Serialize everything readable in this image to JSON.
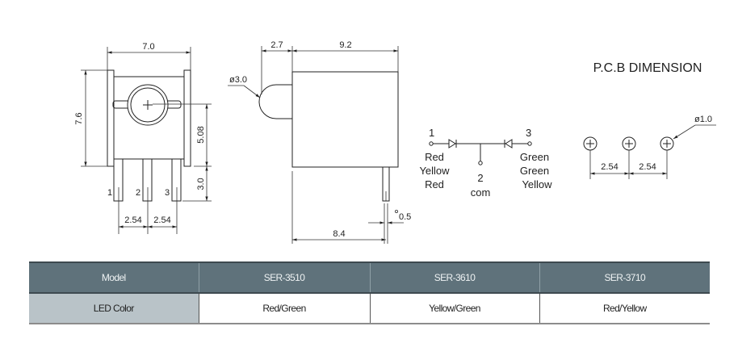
{
  "front_view": {
    "width_dim": "7.0",
    "height_dim": "7.6",
    "center_to_base_dim": "5.08",
    "pin_length_dim": "3.0",
    "pin_labels": [
      "1",
      "2",
      "3"
    ],
    "pin_pitch_dims": [
      "2.54",
      "2.54"
    ]
  },
  "side_view": {
    "lens_protrusion_dim": "2.7",
    "body_depth_dim": "9.2",
    "lens_diameter_dim": "ø3.0",
    "pin_offset_dim": "8.4",
    "pin_width_dim": "0.5"
  },
  "schematic": {
    "pin1_label": "1",
    "pin2_label": "2",
    "pin2_name": "com",
    "pin3_label": "3",
    "left_colors": [
      "Red",
      "Yellow",
      "Red"
    ],
    "right_colors": [
      "Green",
      "Green",
      "Yellow"
    ]
  },
  "pcb": {
    "title": "P.C.B DIMENSION",
    "hole_diameter_dim": "ø1.0",
    "pitch_dims": [
      "2.54",
      "2.54"
    ]
  },
  "table": {
    "header": [
      "Model",
      "SER-3510",
      "SER-3610",
      "SER-3710"
    ],
    "row": [
      "LED Color",
      "Red/Green",
      "Yellow/Green",
      "Red/Yellow"
    ],
    "colors": {
      "header_bg": "#5f727b",
      "rowhead_bg": "#b9c3c8"
    }
  }
}
